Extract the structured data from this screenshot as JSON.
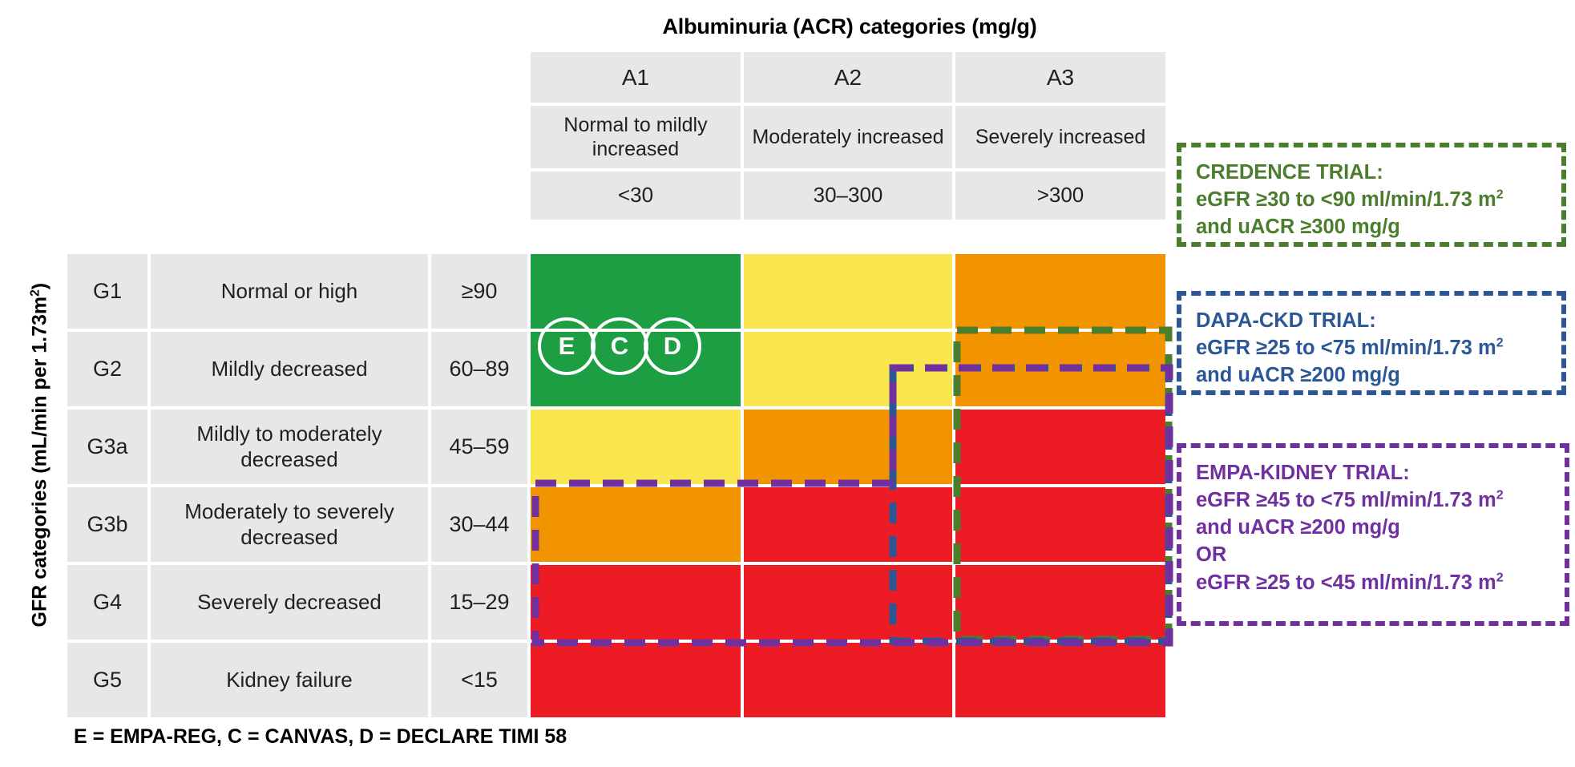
{
  "titles": {
    "acr_axis": "Albuminuria (ACR) categories (mg/g)",
    "gfr_axis_prefix": "GFR categories (mL/min per 1.73m",
    "gfr_axis_sup": "2",
    "gfr_axis_suffix": ")"
  },
  "columns": [
    {
      "code": "A1",
      "desc": "Normal to mildly increased",
      "range": "<30"
    },
    {
      "code": "A2",
      "desc": "Moderately increased",
      "range": "30–300"
    },
    {
      "code": "A3",
      "desc": "Severely increased",
      "range": ">300"
    }
  ],
  "rows": [
    {
      "code": "G1",
      "desc": "Normal or high",
      "value": "≥90"
    },
    {
      "code": "G2",
      "desc": "Mildly decreased",
      "value": "60–89"
    },
    {
      "code": "G3a",
      "desc": "Mildly to moderately decreased",
      "value": "45–59"
    },
    {
      "code": "G3b",
      "desc": "Moderately to severely decreased",
      "value": "30–44"
    },
    {
      "code": "G4",
      "desc": "Severely decreased",
      "value": "15–29"
    },
    {
      "code": "G5",
      "desc": "Kidney failure",
      "value": "<15"
    }
  ],
  "markers": [
    {
      "letter": "E"
    },
    {
      "letter": "C"
    },
    {
      "letter": "D"
    }
  ],
  "footnote": "E = EMPA-REG, C = CANVAS, D = DECLARE TIMI 58",
  "legend": {
    "credence": {
      "title": "CREDENCE TRIAL:",
      "line1_a": "eGFR ≥30 to <90 ml/min/1.73 m",
      "line1_sup": "2",
      "line2": "and uACR ≥300 mg/g",
      "color": "#4a7d2c"
    },
    "dapackd": {
      "title": "DAPA-CKD TRIAL:",
      "line1_a": "eGFR ≥25 to <75 ml/min/1.73 m",
      "line1_sup": "2",
      "line2": "and uACR ≥200 mg/g",
      "color": "#2b5797"
    },
    "empakidney": {
      "title": "EMPA-KIDNEY TRIAL:",
      "line1_a": "eGFR ≥45 to <75 ml/min/1.73 m",
      "line1_sup": "2",
      "line2": "and uACR ≥200 mg/g",
      "line3": "OR",
      "line4_a": "eGFR ≥25 to <45 ml/min/1.73 m",
      "line4_sup": "2",
      "color": "#7030a0"
    }
  },
  "chart_data": {
    "type": "heatmap",
    "title": "KDIGO CKD risk heat map with SGLT2-inhibitor trial enrolment criteria",
    "xlabel": "Albuminuria (ACR) categories (mg/g)",
    "ylabel": "GFR categories (mL/min per 1.73m2)",
    "x_categories": [
      "A1 <30",
      "A2 30–300",
      "A3 >300"
    ],
    "y_categories": [
      "G1 ≥90",
      "G2 60–89",
      "G3a 45–59",
      "G3b 30–44",
      "G4 15–29",
      "G5 <15"
    ],
    "risk_levels": [
      "green",
      "yellow",
      "orange",
      "red"
    ],
    "risk_colors": {
      "green": "#1d9e42",
      "yellow": "#f9e64f",
      "orange": "#f29400",
      "red": "#ed1c24",
      "label_bg": "#e6e7e8"
    },
    "cells": [
      {
        "row": "G1",
        "values": [
          "green",
          "yellow",
          "orange"
        ]
      },
      {
        "row": "G2",
        "values": [
          "green",
          "yellow",
          "orange"
        ]
      },
      {
        "row": "G3a",
        "values": [
          "yellow",
          "orange",
          "red"
        ]
      },
      {
        "row": "G3b",
        "values": [
          "orange",
          "red",
          "red"
        ]
      },
      {
        "row": "G4",
        "values": [
          "red",
          "red",
          "red"
        ]
      },
      {
        "row": "G5",
        "values": [
          "red",
          "red",
          "red"
        ]
      }
    ],
    "annotations": [
      {
        "name": "E",
        "meaning": "EMPA-REG",
        "cell": "G1–G2 / A1"
      },
      {
        "name": "C",
        "meaning": "CANVAS",
        "cell": "G1–G2 / A1"
      },
      {
        "name": "D",
        "meaning": "DECLARE TIMI 58",
        "cell": "G1–G2 / A1"
      }
    ],
    "trial_overlays": [
      {
        "name": "CREDENCE",
        "color": "#4a7d2c",
        "covers": "A3 column, rows G2 through G4"
      },
      {
        "name": "DAPA-CKD",
        "color": "#2b5797",
        "covers": "A2 (from G3a) and A3, rows G2 through G4"
      },
      {
        "name": "EMPA-KIDNEY",
        "color": "#7030a0",
        "covers": "A1 rows G3b–G4, A2 rows G3b–G4, A3 rows G2–G4"
      }
    ]
  }
}
